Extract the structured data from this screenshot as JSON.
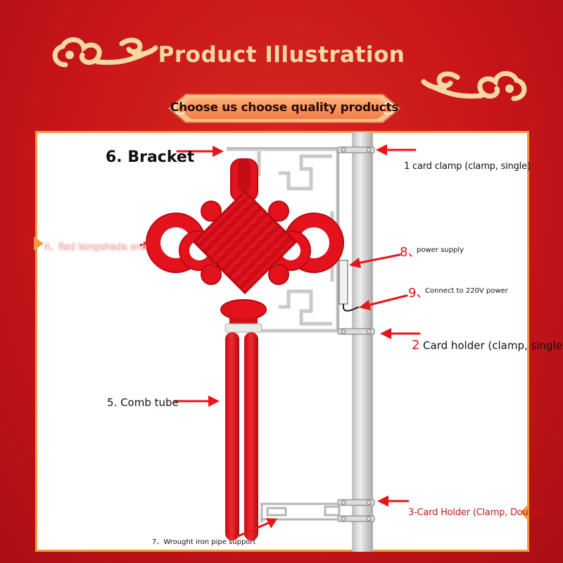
{
  "header": {
    "title": "Product Illustration",
    "banner": "Choose us choose quality products"
  },
  "labels": {
    "bracket": "6. Bracket",
    "card_clamp_single": "1 card clamp (clamp, single)",
    "lampshade": "4、Red lampshade one",
    "power_supply_num": "8、",
    "power_supply": "power supply",
    "power_220_num": "9、",
    "power_220": "Connect to 220V power",
    "card_holder_num": "2",
    "card_holder": "Card holder (clamp, single)",
    "comb_tube": "5. Comb tube",
    "card_holder_double": "3-Card Holder (Clamp, Double)",
    "iron_support": "7、Wrought iron pipe support"
  },
  "colors": {
    "background": "#c8151a",
    "title_gold": "#f6d9a2",
    "panel_border": "#f39a3a",
    "lamp_red": "#e3121c",
    "arrow_red": "#e8141c"
  },
  "icons": [
    "cloud-icon",
    "cloud-icon",
    "chinese-knot-lamp-icon",
    "arrow-icon"
  ]
}
